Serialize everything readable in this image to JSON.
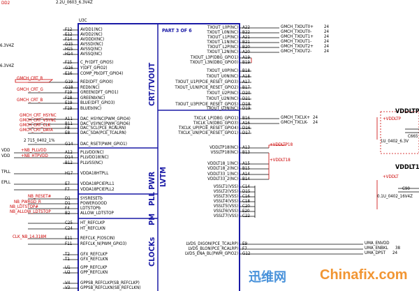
{
  "header": {
    "top_left_label": "DD2",
    "top_net": "2.2U_0603_6.3V4Z",
    "ref": "U3C",
    "part": "PART 3 OF 6"
  },
  "left_pins": [
    {
      "pin": "F12",
      "name": "AVDD1(NC)"
    },
    {
      "pin": "E12",
      "name": "AVDD2(NC)"
    },
    {
      "pin": "F14",
      "name": "AVDDDI(NC)"
    },
    {
      "pin": "G15",
      "name": "AVSSDI(NC)"
    },
    {
      "pin": "H15",
      "name": "AVSSQ(NC)"
    },
    {
      "pin": "H14",
      "name": "AVSSQ(NC)"
    },
    {
      "pin": "F15",
      "name": "C_Pr(DFT_GPIO5)"
    },
    {
      "pin": "G16",
      "name": "Y(DFT_GPIO2)"
    },
    {
      "pin": "E16",
      "name": "COMP_Pb(DFT_GPIO4)"
    },
    {
      "pin": "G19",
      "name": "RED(DFT_GPIO0)"
    },
    {
      "pin": "G18",
      "name": "REDb(NC)"
    },
    {
      "pin": "F19",
      "name": "GREEN(DFT_GPIO1)"
    },
    {
      "pin": "F18",
      "name": "GREENb(NC)"
    },
    {
      "pin": "E19",
      "name": "BLUE(DFT_GPIO3)"
    },
    {
      "pin": "F19",
      "name": "BLUEb(NC)"
    },
    {
      "pin": "A11",
      "name": "DAC_HSYNC(PWM_GPIO4)"
    },
    {
      "pin": "B11",
      "name": "DAC_VSYNC(PWM_GPIO6)"
    },
    {
      "pin": "F8",
      "name": "DAC_SCL(PCE_RCALRN)"
    },
    {
      "pin": "E8",
      "name": "DAC_SDA(PCE_TCALRN)"
    },
    {
      "pin": "G14",
      "name": "DAC_RSET(PWM_GPIO1)"
    },
    {
      "pin": "A12",
      "name": "PLLVDD(NC)"
    },
    {
      "pin": "D14",
      "name": "PLLVDD18(NC)"
    },
    {
      "pin": "B12",
      "name": "PLLVSS(NC)"
    },
    {
      "pin": "H17",
      "name": "VDDA18HTPLL"
    },
    {
      "pin": "E7",
      "name": "VDDA18PCIEPLL1"
    },
    {
      "pin": "F7",
      "name": "VDDA18PCIEPLL2"
    },
    {
      "pin": "D1",
      "name": "SYSRESETb"
    },
    {
      "pin": "D1",
      "name": "POWERGOOD"
    },
    {
      "pin": "F4",
      "name": "LDTSTOPb"
    },
    {
      "pin": "B2",
      "name": "ALLOW_LDTSTOP"
    },
    {
      "pin": "C25",
      "name": "HT_REFCLKP"
    },
    {
      "pin": "C24",
      "name": "HT_REFCLKN"
    },
    {
      "pin": "E11",
      "name": "REFCLK_P(OSCIN)"
    },
    {
      "pin": "F11",
      "name": "REFCLK_N(PWM_GPIO3)"
    },
    {
      "pin": "T2",
      "name": "GFX_REFCLKP"
    },
    {
      "pin": "T1",
      "name": "GFX_REFCLKN"
    },
    {
      "pin": "U1",
      "name": "GPP_REFCLKP"
    },
    {
      "pin": "U2",
      "name": "GPP_REFCLKN"
    },
    {
      "pin": "V4",
      "name": "GPPSB_REFCLKP(SB_REFCLKP)"
    },
    {
      "pin": "V3",
      "name": "GPPSB_REFCLKN(SB_REFCLKN)"
    }
  ],
  "right_pins": [
    {
      "pin": "A22",
      "name": "TXOUT_L0P(NC)"
    },
    {
      "pin": "B22",
      "name": "TXOUT_L0N(NC)"
    },
    {
      "pin": "A21",
      "name": "TXOUT_L1P(NC)"
    },
    {
      "pin": "B21",
      "name": "TXOUT_L1N(NC)"
    },
    {
      "pin": "B20",
      "name": "TXOUT_L2P(NC)"
    },
    {
      "pin": "A20",
      "name": "TXOUT_L2N(NC)"
    },
    {
      "pin": "A19",
      "name": "TXOUT_L3P(DBG_GPIO1)"
    },
    {
      "pin": "B19",
      "name": "TXOUT_L3N(DBG_GPIO0)"
    },
    {
      "pin": "B18",
      "name": "TXOUT_U0P(NC)"
    },
    {
      "pin": "A18",
      "name": "TXOUT_U0N(NC)"
    },
    {
      "pin": "A17",
      "name": "TXOUT_U1P(PCIE_RESET_GPIO3)"
    },
    {
      "pin": "B17",
      "name": "TXOUT_U1N(PCIE_RESET_GPIO2)"
    },
    {
      "pin": "D20",
      "name": "TXOUT_U2P(NC)"
    },
    {
      "pin": "D21",
      "name": "TXOUT_U2N(NC)"
    },
    {
      "pin": "D18",
      "name": "TXOUT_U3P(PCIE_RESET_GPIO5)"
    },
    {
      "pin": "D19",
      "name": "TXOUT_U3N(NC)"
    },
    {
      "pin": "B16",
      "name": "TXCLK_LP(DBG_GPIO1)"
    },
    {
      "pin": "A16",
      "name": "TXCLK_LN(DBG_GPIO3)"
    },
    {
      "pin": "D16",
      "name": "TXCLK_UP(PCIE_RESET_GPIO4)"
    },
    {
      "pin": "D17",
      "name": "TXCLK_UN(PCIE_RESET_GPIO1)"
    },
    {
      "pin": "A13",
      "name": "VDDLTP18(NC)"
    },
    {
      "pin": "B13",
      "name": "VSSLTP18(NC)"
    },
    {
      "pin": "A15",
      "name": "VDDLT18_1(NC)"
    },
    {
      "pin": "B15",
      "name": "VDDLT18_2(NC)"
    },
    {
      "pin": "A14",
      "name": "VDDLT33_1(NC)"
    },
    {
      "pin": "B14",
      "name": "VDDLT33_2(NC)"
    },
    {
      "pin": "C14",
      "name": "VSSLT1(VSS)"
    },
    {
      "pin": "D15",
      "name": "VSSLT2(VSS)"
    },
    {
      "pin": "C16",
      "name": "VSSLT3(VSS)"
    },
    {
      "pin": "C18",
      "name": "VSSLT4(VSS)"
    },
    {
      "pin": "C20",
      "name": "VSSLT5(VSS)"
    },
    {
      "pin": "E20",
      "name": "VSSLT6(VSS)"
    },
    {
      "pin": "C22",
      "name": "VSSLT7(VSS)"
    },
    {
      "pin": "E9",
      "name": "LVDS_DIGON(PCE_TCALRP)"
    },
    {
      "pin": "F7",
      "name": "LVDS_BLON(PCE_RCALRP)"
    },
    {
      "pin": "G12",
      "name": "LVDS_ENA_BL(PWM_GPIO2)"
    }
  ],
  "sections": {
    "crt": "CRT/TVOUT",
    "lvtm": "LVTM",
    "pll": "PLL PWR",
    "pm": "PM",
    "clocks": "CLOCKs"
  },
  "left_nets": {
    "v1": "6.3V4Z",
    "v2": "6.3V4Z",
    "crt_r": "GMCH_CRT_R",
    "crt_g": "GMCH_CRT_G",
    "crt_b": "GMCH_CRT_B",
    "hsync": "GMCH_CRT_HSYNC",
    "vsync": "GMCH_CRT_VSYNC",
    "clk": "GMCH_CRT_CLK",
    "data": "GMCH_CRT_DATA",
    "res": "2    715_0402_1%",
    "vdd1": "VDD",
    "vdd2": "VDD",
    "pll1": "+NB_PLLVDD",
    "pll2": "+NB_HTPVDD",
    "tpll": "TPLL",
    "epll": "EPLL",
    "reset": "NB_RESET#",
    "pwrgd": "NB_PWRGD_R",
    "ldtstop": "NB_LDTSTOP#",
    "allow": "NB_ALLOW_LDTSTOP",
    "clk_nb": "CLK_NB_14.318M"
  },
  "right_nets": {
    "tx0p": "GMCH_TXOUT0+",
    "tx0m": "GMCH_TXOUT0-",
    "tx1p": "GMCH_TXOUT1+",
    "tx1m": "GMCH_TXOUT1-",
    "tx2p": "GMCH_TXOUT2+",
    "tx2m": "GMCH_TXOUT2-",
    "sheet24": "24",
    "txclkp": "GMCH_TXCLK+",
    "txclkm": "GMCH_TXCLK-",
    "vddltp": "+VDDLTP18",
    "vddlt": "+VDDLT18",
    "envdd": "UMA_ENVDD",
    "enbkl": "UMA_ENBKL",
    "dpst": "UMA_DPST",
    "sheet38": "38"
  },
  "far_right": {
    "vddltp": "VDDLTP",
    "vddltp_net": "+VDDLTP",
    "c665": "C665",
    "cap1": "1U_0402_6.3V",
    "vddlt1": "VDDLT1",
    "vddlt_net": "+VDDLT",
    "c90": "C90",
    "cap2": "0.1U_0402_16V4Z"
  },
  "watermark": {
    "left": "迅维网",
    "right": "Chinafix.com"
  },
  "colors": {
    "block": "#1a1aa6",
    "net": "#cc0000",
    "wire": "#000000",
    "wm_blue": "#2a7fd4",
    "wm_orange": "#f08a1c"
  }
}
